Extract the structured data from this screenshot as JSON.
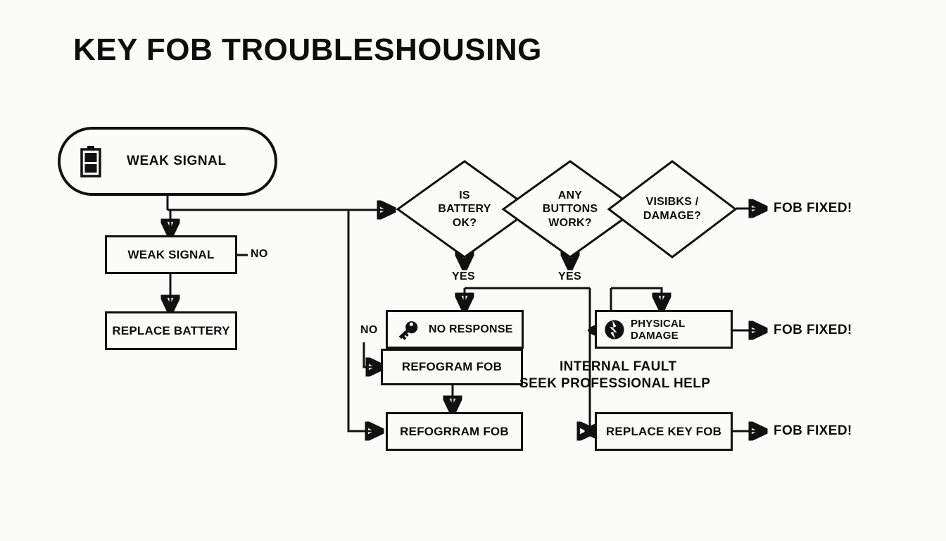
{
  "page": {
    "title": "KEY FOB TROUBLESHOUSING",
    "background_color": "#fbfbfa",
    "ink_color": "#111111"
  },
  "nodes": {
    "start_pill": {
      "label": "WEAK SIGNAL",
      "icon": "battery-icon"
    },
    "weak_signal_box": {
      "label": "WEAK SIGNAL"
    },
    "replace_battery_box": {
      "label": "REPLACE BATTERY"
    },
    "no_response_box": {
      "label": "NO RESPONSE",
      "icon": "key-icon"
    },
    "refogram_fob_box": {
      "label": "REFOGRAM FOB"
    },
    "physical_damage_box": {
      "label": "PHYSICAL DAMAGE",
      "icon": "cracked-circle-icon"
    },
    "refogrram_fob_box": {
      "label": "REFOGRRAM FOB"
    },
    "replace_key_fob_box": {
      "label": "REPLACE KEY FOB"
    }
  },
  "decisions": [
    {
      "id": "battery-ok",
      "lines": [
        "IS",
        "BATTERY",
        "OK?"
      ]
    },
    {
      "id": "buttons-work",
      "lines": [
        "ANY",
        "BUTTONS",
        "WORK?"
      ]
    },
    {
      "id": "visible-damage",
      "lines": [
        "VISIBKS /",
        "DAMAGE?"
      ]
    }
  ],
  "edge_labels": {
    "no_weak_signal": "NO",
    "no_response_loop": "NO",
    "yes_battery": "YES",
    "yes_buttons": "YES"
  },
  "outcomes": [
    {
      "id": "fob-fixed-1",
      "label": "FOB FIXED!"
    },
    {
      "id": "fob-fixed-2",
      "label": "FOB FIXED!"
    },
    {
      "id": "fob-fixed-3",
      "label": "FOB FIXED!"
    }
  ],
  "notes": {
    "internal_fault": "INTERNAL FAULT",
    "seek_help": "SEEK PROFESSIONAL HELP"
  }
}
